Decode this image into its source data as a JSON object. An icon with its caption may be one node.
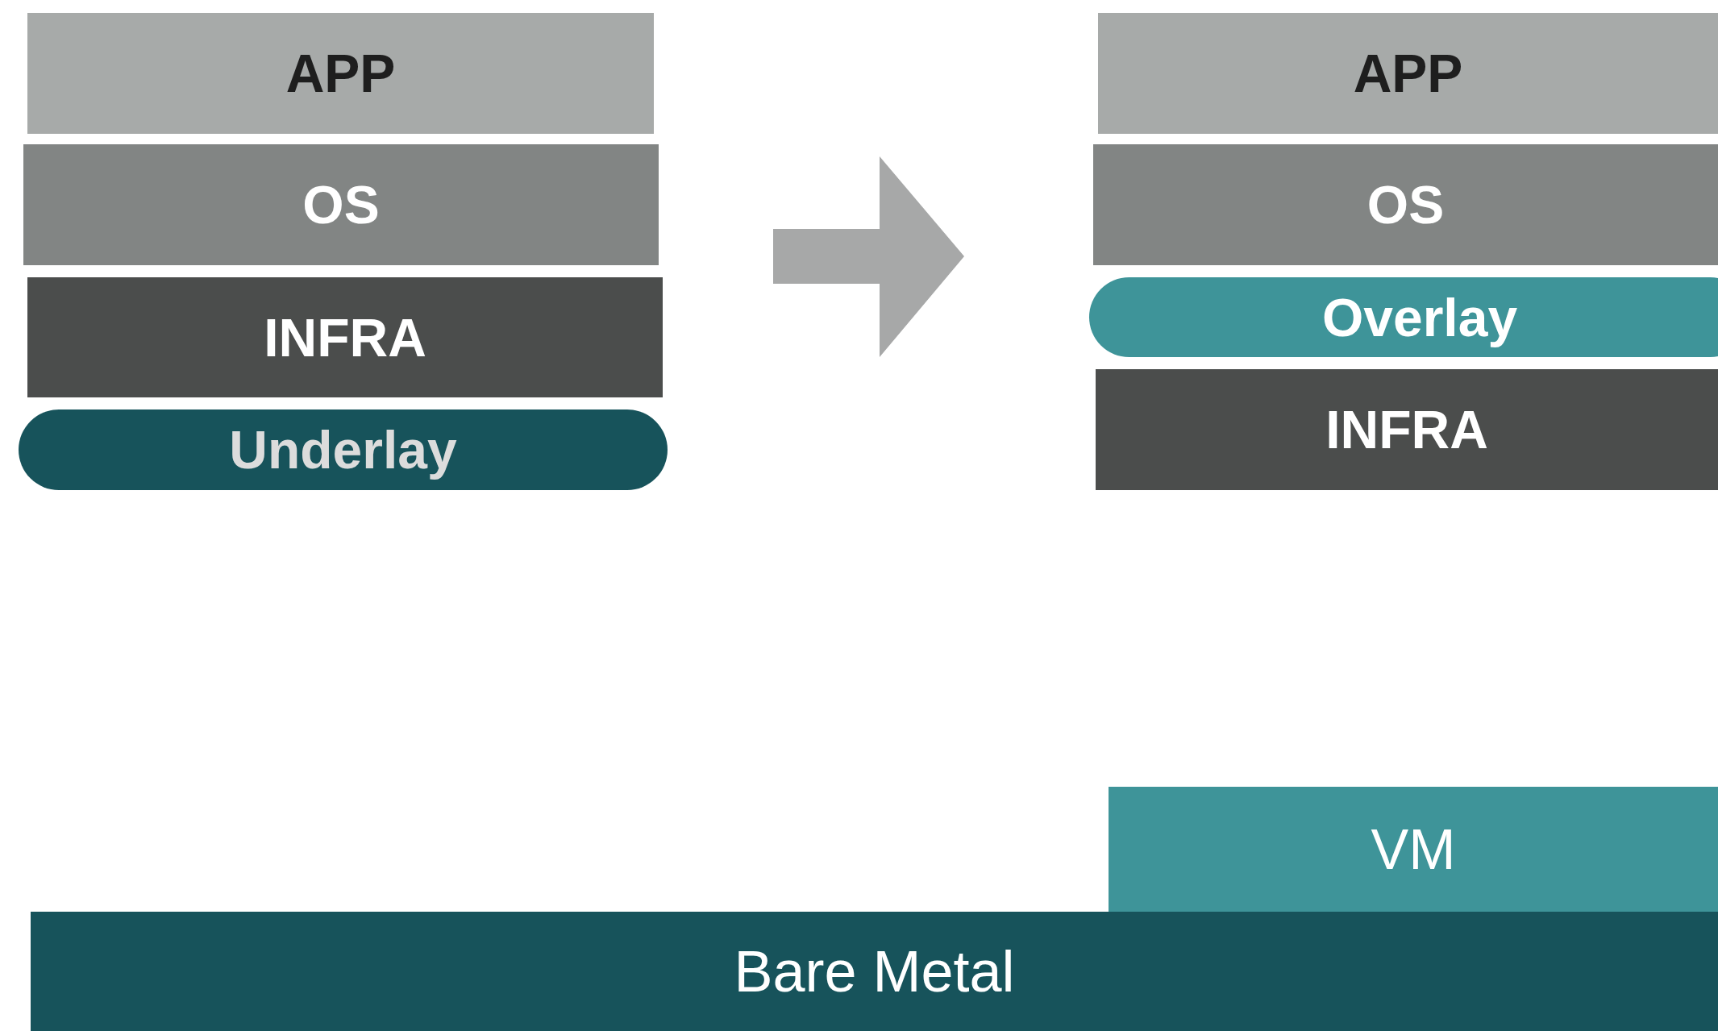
{
  "diagram": {
    "nodes": [
      {
        "text": [
          "APP"
        ]
      },
      {
        "text": [
          "OS"
        ]
      },
      {
        "text": [
          "INFRA"
        ]
      },
      {
        "text": [
          "Underlay"
        ]
      },
      {
        "text": [
          "APP"
        ]
      },
      {
        "text": [
          "OS"
        ]
      },
      {
        "text": [
          "Overlay"
        ]
      },
      {
        "text": [
          "INFRA"
        ]
      },
      {
        "text": [
          "VM"
        ]
      },
      {
        "text": [
          "Bare Metal"
        ]
      }
    ]
  }
}
